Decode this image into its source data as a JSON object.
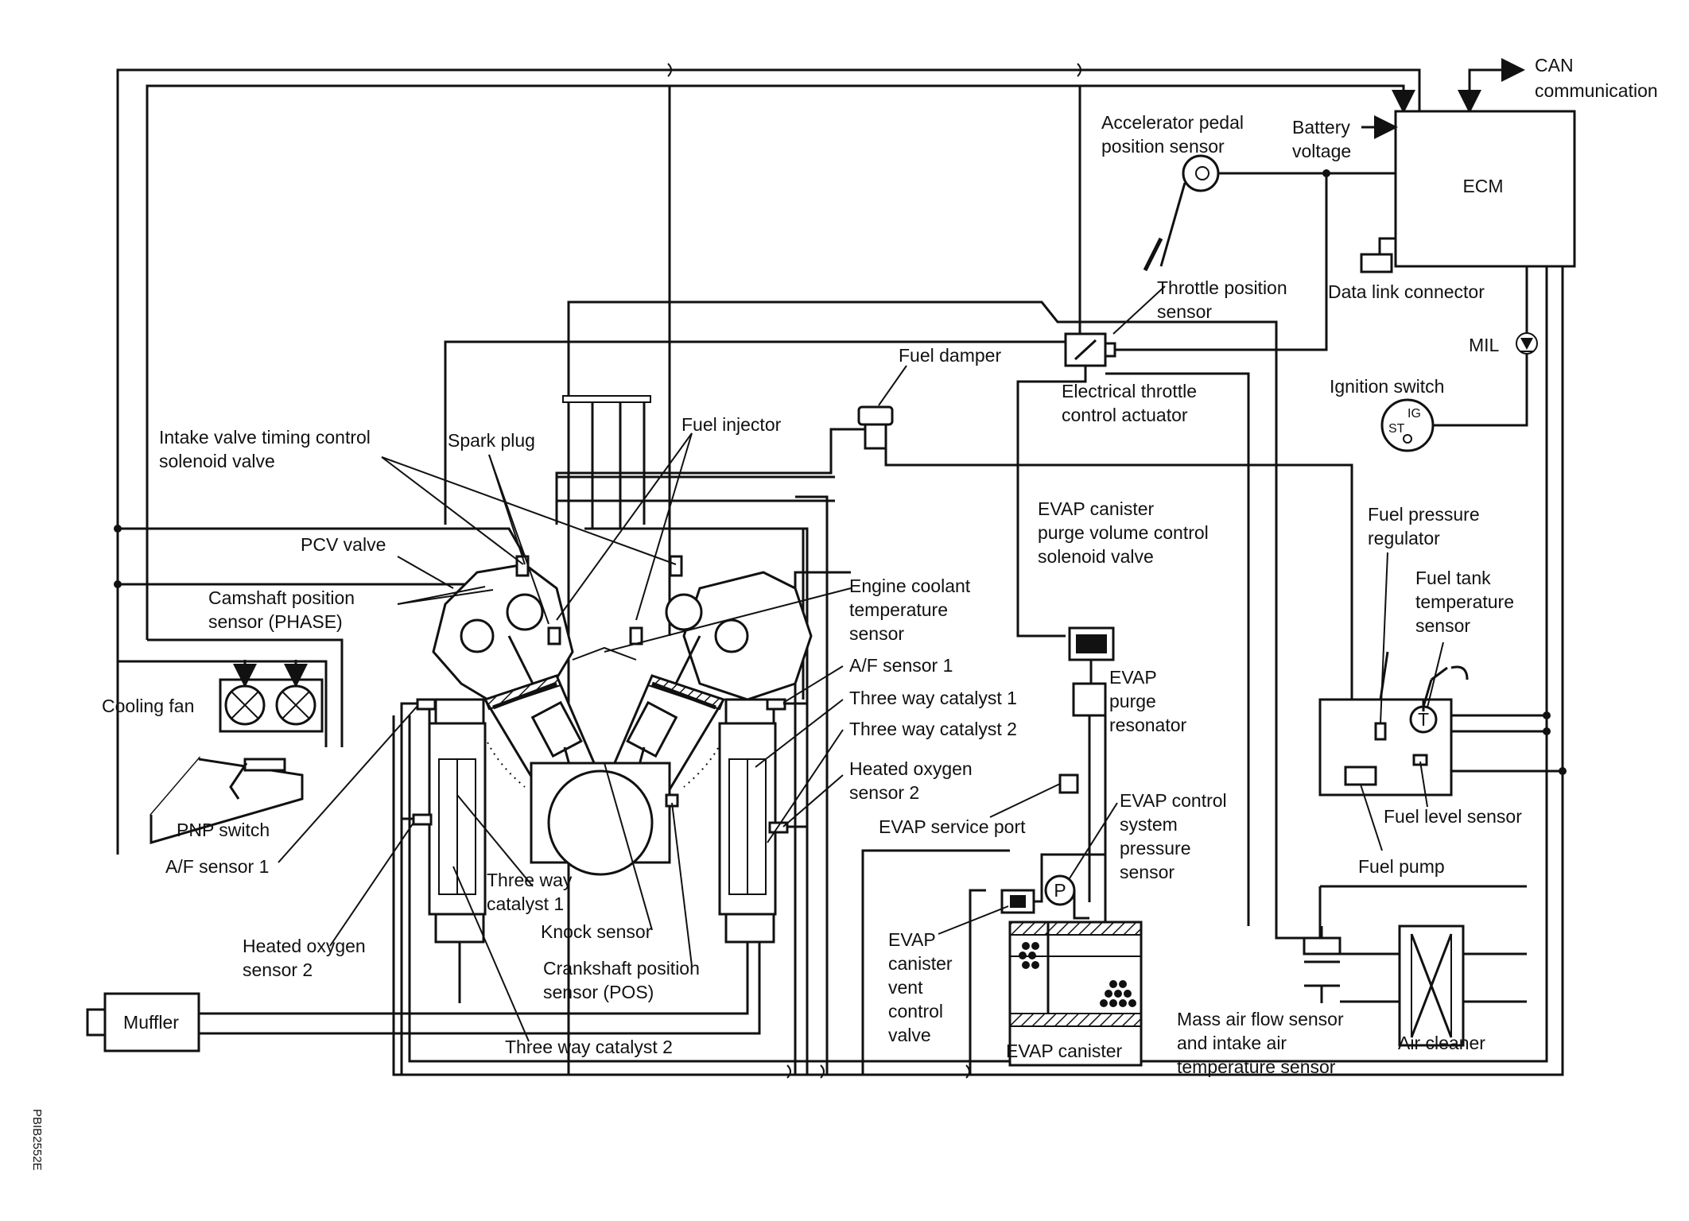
{
  "ecm": {
    "label": "ECM"
  },
  "inputs": {
    "can_label_1": "CAN",
    "can_label_2": "communication",
    "battery_1": "Battery",
    "battery_2": "voltage",
    "data_link_connector": "Data link connector",
    "mil": "MIL",
    "ignition_switch": "Ignition switch",
    "ig": "IG",
    "st": "ST"
  },
  "labels": {
    "accel_1": "Accelerator pedal",
    "accel_2": "position sensor",
    "tps_1": "Throttle position",
    "tps_2": "sensor",
    "etc_1": "Electrical throttle",
    "etc_2": "control actuator",
    "fuel_damper": "Fuel damper",
    "fuel_injector": "Fuel injector",
    "spark_plug": "Spark plug",
    "ivt_1": "Intake valve timing control",
    "ivt_2": "solenoid valve",
    "pcv": "PCV valve",
    "cmp_1": "Camshaft position",
    "cmp_2": "sensor (PHASE)",
    "cooling_fan": "Cooling fan",
    "pnp": "PNP switch",
    "af_left": "A/F sensor 1",
    "ho2_left_1": "Heated oxygen",
    "ho2_left_2": "sensor 2",
    "muffler": "Muffler",
    "twc1_left_1": "Three way",
    "twc1_left_2": "catalyst 1",
    "knock": "Knock sensor",
    "ckp_1": "Crankshaft position",
    "ckp_2": "sensor (POS)",
    "twc2_bottom": "Three way catalyst 2",
    "ect_1": "Engine coolant",
    "ect_2": "temperature",
    "ect_3": "sensor",
    "af_right": "A/F sensor 1",
    "twc1_right": "Three way catalyst 1",
    "twc2_right": "Three way catalyst 2",
    "ho2_right_1": "Heated oxygen",
    "ho2_right_2": "sensor 2",
    "evap_service": "EVAP service port",
    "evap_purge_sol_1": "EVAP canister",
    "evap_purge_sol_2": "purge volume control",
    "evap_purge_sol_3": "solenoid valve",
    "evap_res_1": "EVAP",
    "evap_res_2": "purge",
    "evap_res_3": "resonator",
    "evap_press_1": "EVAP control",
    "evap_press_2": "system",
    "evap_press_3": "pressure",
    "evap_press_4": "sensor",
    "evap_vent_1": "EVAP",
    "evap_vent_2": "canister",
    "evap_vent_3": "vent",
    "evap_vent_4": "control",
    "evap_vent_5": "valve",
    "evap_canister": "EVAP canister",
    "fpr_1": "Fuel pressure",
    "fpr_2": "regulator",
    "ftt_1": "Fuel tank",
    "ftt_2": "temperature",
    "ftt_3": "sensor",
    "fuel_level": "Fuel level sensor",
    "fuel_pump": "Fuel pump",
    "maf_1": "Mass air flow sensor",
    "maf_2": "and intake air",
    "maf_3": "temperature sensor",
    "air_cleaner": "Air cleaner",
    "p_symbol": "P",
    "t_symbol": "T"
  },
  "figure_code": "PBIB2552E"
}
